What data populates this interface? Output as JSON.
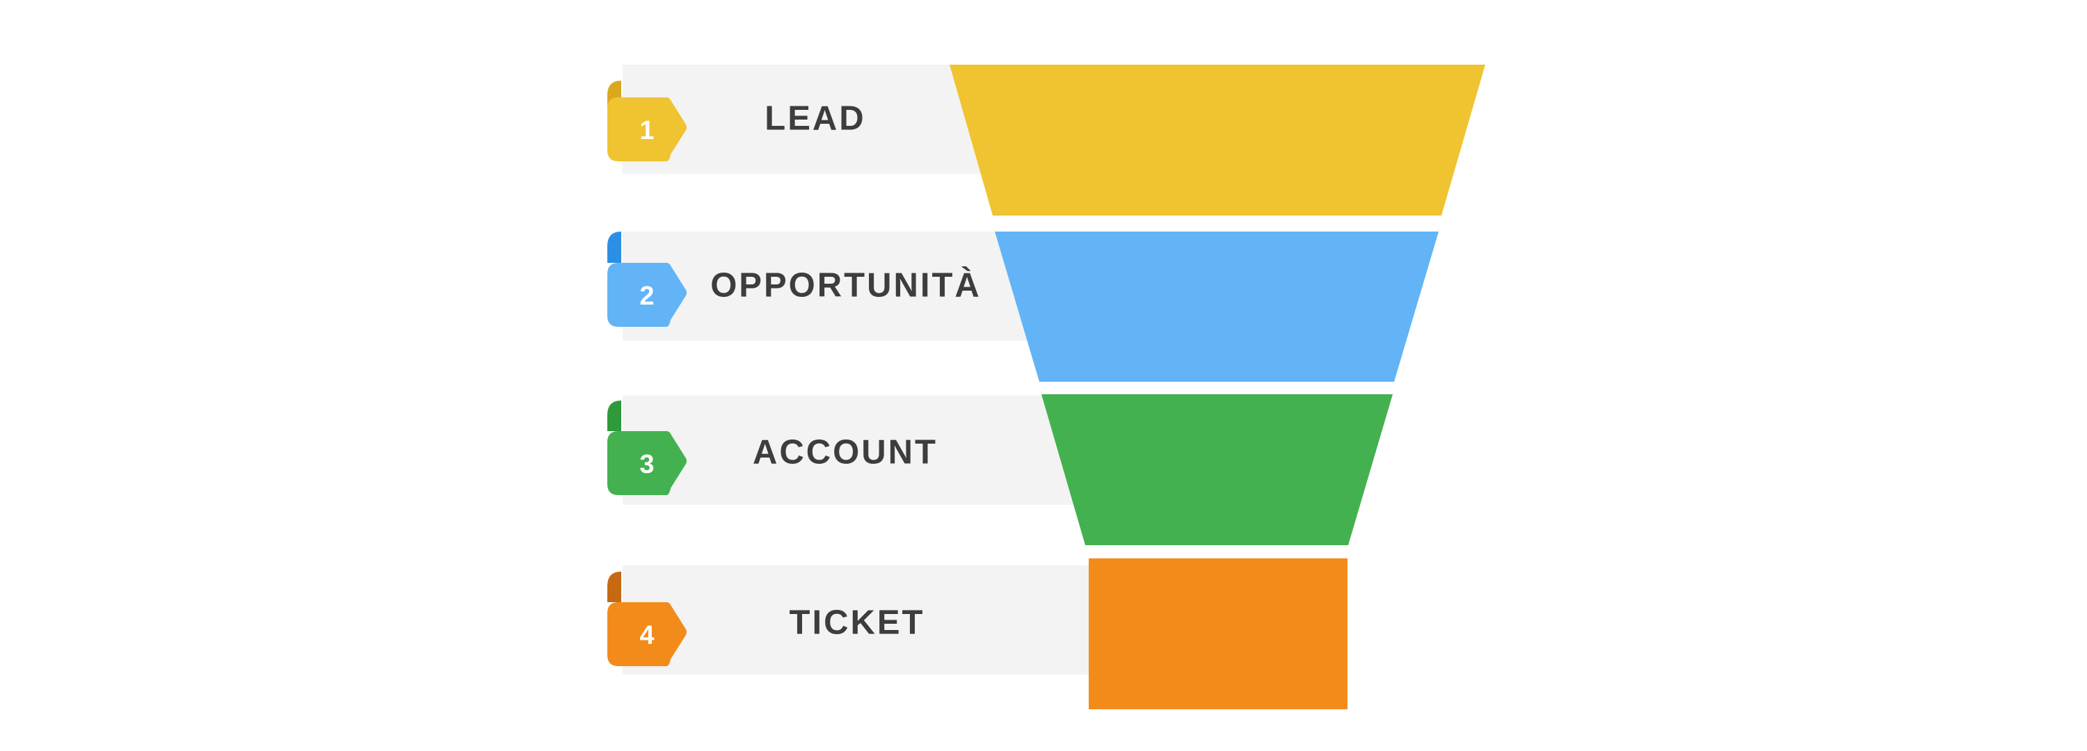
{
  "stages": [
    {
      "number": "1",
      "label": "LEAD",
      "color": "#f0c330",
      "shade": "#d9a81f"
    },
    {
      "number": "2",
      "label": "OPPORTUNITÀ",
      "color": "#62b4f6",
      "shade": "#2d8fe3"
    },
    {
      "number": "3",
      "label": "ACCOUNT",
      "color": "#43b14f",
      "shade": "#2e9a3b"
    },
    {
      "number": "4",
      "label": "TICKET",
      "color": "#f38b1a",
      "shade": "#c66a12"
    }
  ]
}
